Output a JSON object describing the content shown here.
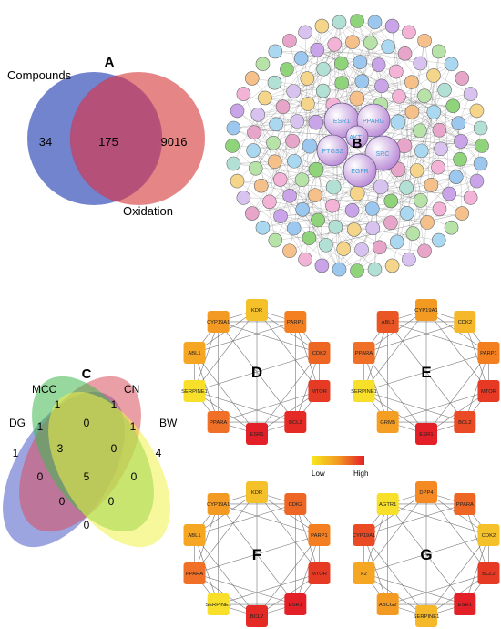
{
  "panelA": {
    "label": "A",
    "set1": "Compounds",
    "set2": "Oxidation",
    "only1": "34",
    "both": "175",
    "only2": "9016",
    "color1": "#5b6fc7",
    "color2": "#e06a6a"
  },
  "panelB": {
    "label": "B",
    "inner_nodes": [
      "ESR1",
      "PPARG",
      "PTGS2",
      "SRC",
      "EGFR",
      "AKT1"
    ]
  },
  "panelC": {
    "label": "C",
    "sets": [
      "DG",
      "MCC",
      "CN",
      "BW"
    ],
    "numbers": {
      "mcc_only": "1",
      "cn_only": "1",
      "dg_only": "1",
      "bw_only": "4",
      "dg_mcc": "1",
      "mcc_cn": "0",
      "cn_bw": "1",
      "dg_mcc_cn": "3",
      "mcc_cn_bw": "0",
      "dg_cn": "0",
      "mcc_bw": "0",
      "all": "5",
      "dg_cn_bw": "0",
      "dg_mcc_bw": "0",
      "dg_bw": "0"
    }
  },
  "legend": {
    "low": "Low",
    "high": "High"
  },
  "panelD": {
    "label": "D",
    "nodes": [
      "KDR",
      "PARP1",
      "CDK2",
      "MTOR",
      "BCL2",
      "ESR1",
      "PPARA",
      "SERPINE1",
      "ABL1",
      "CYP19A1"
    ],
    "colors": [
      "#f5c12a",
      "#f37f20",
      "#ee6623",
      "#e63a24",
      "#e52a25",
      "#e31f27",
      "#f07028",
      "#f7df2a",
      "#f5a623",
      "#f39a22"
    ]
  },
  "panelE": {
    "label": "E",
    "nodes": [
      "CYP19A1",
      "CDK2",
      "PARP1",
      "MTOR",
      "BCL2",
      "ESR1",
      "GRM5",
      "SERPINE1",
      "PPARA",
      "ABL1"
    ],
    "colors": [
      "#f39a22",
      "#f5b82a",
      "#f37f20",
      "#e63a24",
      "#ea4b24",
      "#e31f27",
      "#f59e24",
      "#f7df2a",
      "#f07028",
      "#ea5524"
    ]
  },
  "panelF": {
    "label": "F",
    "nodes": [
      "KDR",
      "CDK2",
      "PARP1",
      "MTOR",
      "ESR1",
      "BCL2",
      "SERPINE1",
      "PPARA",
      "ABL1",
      "CYP19A1"
    ],
    "colors": [
      "#f5c12a",
      "#ee6623",
      "#f37f20",
      "#e63a24",
      "#e31f27",
      "#e52a25",
      "#f7df2a",
      "#f07028",
      "#f5a623",
      "#f39a22"
    ]
  },
  "panelG": {
    "label": "G",
    "nodes": [
      "DPP4",
      "PPARA",
      "CDK2",
      "BCL2",
      "ESR1",
      "SERPINE1",
      "ABCG2",
      "F2",
      "CYP19A1",
      "AGTR1"
    ],
    "colors": [
      "#f58a23",
      "#ee6623",
      "#f5c12a",
      "#e63a24",
      "#e31f27",
      "#f5b82a",
      "#f39a22",
      "#f5a623",
      "#ea4b24",
      "#f7df2a"
    ]
  }
}
